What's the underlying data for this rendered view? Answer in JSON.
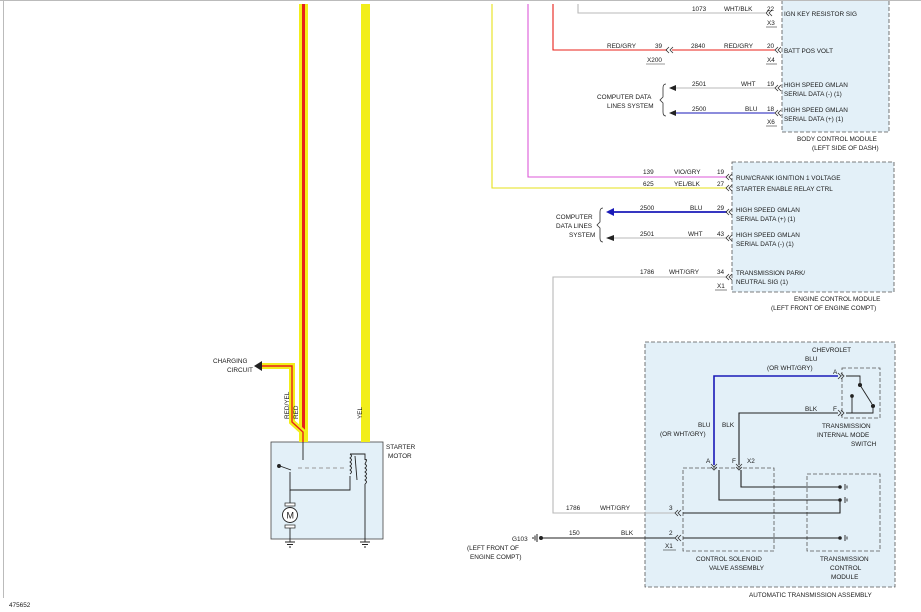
{
  "colors": {
    "red": "#e8201a",
    "yellow": "#f2ee1a",
    "violet": "#dc5ad8",
    "blue": "#1a1ab8",
    "white_wire": "#b8b8b8",
    "black": "#222222",
    "module_fill": "#e3f0f8"
  },
  "bcm": {
    "name_line1": "BODY CONTROL MODULE",
    "name_line2": "(LEFT SIDE OF DASH)",
    "rows": [
      {
        "circuit": "1073",
        "color": "WHT/BLK",
        "pin": "22",
        "label": "IGN KEY RESISTOR SIG",
        "connector": "X3"
      },
      {
        "circuit": "2840",
        "color": "RED/GRY",
        "pin": "20",
        "label": "BATT POS VOLT",
        "connector": "X4"
      },
      {
        "circuit": "2501",
        "color": "WHT",
        "pin": "19",
        "label1": "HIGH SPEED GMLAN",
        "label2": "SERIAL DATA (-) (1)"
      },
      {
        "circuit": "2500",
        "color": "BLU",
        "pin": "18",
        "label1": "HIGH SPEED GMLAN",
        "label2": "SERIAL DATA (+) (1)",
        "connector": "X6"
      }
    ],
    "inline": {
      "color": "RED/GRY",
      "pin": "39",
      "connector": "X200"
    },
    "data_system_line1": "COMPUTER DATA",
    "data_system_line2": "LINES SYSTEM"
  },
  "ecm": {
    "name_line1": "ENGINE CONTROL MODULE",
    "name_line2": "(LEFT FRONT OF ENGINE COMPT)",
    "rows": [
      {
        "circuit": "139",
        "color": "VIO/GRY",
        "pin": "19",
        "label": "RUN/CRANK IGNITION 1 VOLTAGE"
      },
      {
        "circuit": "625",
        "color": "YEL/BLK",
        "pin": "27",
        "label": "STARTER ENABLE RELAY CTRL"
      },
      {
        "circuit": "2500",
        "color": "BLU",
        "pin": "29",
        "label1": "HIGH SPEED GMLAN",
        "label2": "SERIAL DATA (+) (1)"
      },
      {
        "circuit": "2501",
        "color": "WHT",
        "pin": "43",
        "label1": "HIGH SPEED GMLAN",
        "label2": "SERIAL DATA (-) (1)"
      },
      {
        "circuit": "1786",
        "color": "WHT/GRY",
        "pin": "34",
        "label1": "TRANSMISSION PARK/",
        "label2": "NEUTRAL SIG (1)",
        "connector": "X1"
      }
    ],
    "data_system_line1": "COMPUTER",
    "data_system_line2": "DATA LINES",
    "data_system_line3": "SYSTEM"
  },
  "starter": {
    "label_line1": "STARTER",
    "label_line2": "MOTOR",
    "motor_symbol": "M",
    "charging_line1": "CHARGING",
    "charging_line2": "CIRCUIT",
    "wire_redyel": "RED/YEL",
    "wire_red": "RED",
    "wire_yel": "YEL"
  },
  "trans": {
    "assembly": "AUTOMATIC TRANSMISSION ASSEMBLY",
    "brand": "CHEVROLET",
    "switch_line1": "TRANSMISSION",
    "switch_line2": "INTERNAL MODE",
    "switch_line3": "SWITCH",
    "blu": "BLU",
    "or_wht_gry": "(OR WHT/GRY)",
    "blk": "BLK",
    "pin_a": "A",
    "pin_f": "F",
    "x2": "X2",
    "x1": "X1",
    "csv_line1": "CONTROL SOLENOID",
    "csv_line2": "VALVE ASSEMBLY",
    "tcm_line1": "TRANSMISSION",
    "tcm_line2": "CONTROL",
    "tcm_line3": "MODULE",
    "row3_circuit": "1786",
    "row3_color": "WHT/GRY",
    "row3_pin": "3",
    "row2_circuit": "150",
    "row2_color": "BLK",
    "row2_pin": "2",
    "ground": "G103",
    "ground_loc1": "(LEFT FRONT OF",
    "ground_loc2": "ENGINE COMPT)"
  },
  "figure_id": "475652"
}
